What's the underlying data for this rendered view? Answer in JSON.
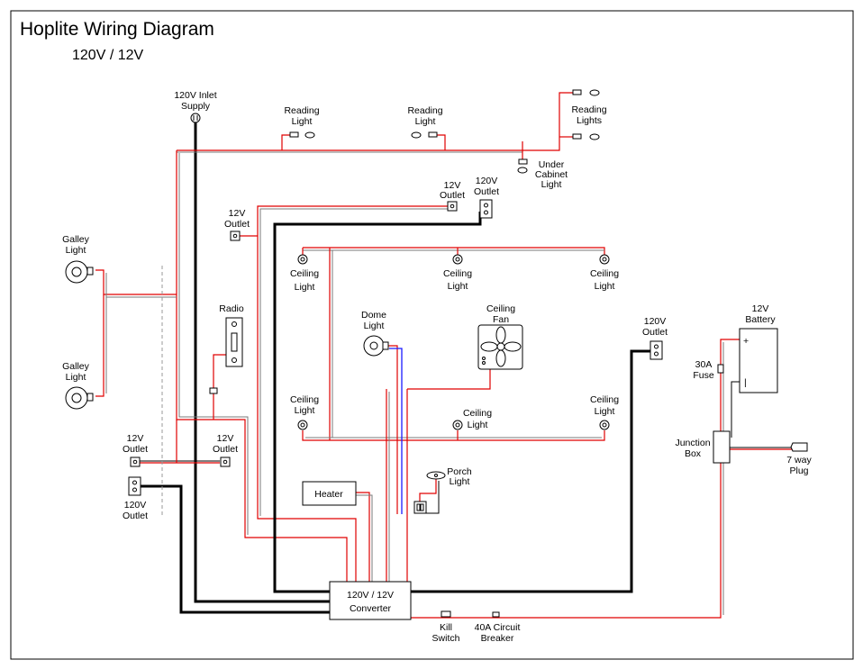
{
  "title": "Hoplite Wiring Diagram",
  "subtitle": "120V / 12V",
  "components": {
    "inlet": [
      "120V Inlet",
      "Supply"
    ],
    "reading_light_1": [
      "Reading",
      "Light"
    ],
    "reading_light_2": [
      "Reading",
      "Light"
    ],
    "reading_lights": [
      "Reading",
      "Lights"
    ],
    "under_cabinet": [
      "Under",
      "Cabinet",
      "Light"
    ],
    "outlet_12v_top": [
      "12V",
      "Outlet"
    ],
    "outlet_120v_top": [
      "120V",
      "Outlet"
    ],
    "outlet_12v_left": [
      "12V",
      "Outlet"
    ],
    "galley_light_1": [
      "Galley",
      "Light"
    ],
    "galley_light_2": [
      "Galley",
      "Light"
    ],
    "ceiling_1": [
      "Ceiling",
      "Light"
    ],
    "ceiling_2": [
      "Ceiling",
      "Light"
    ],
    "ceiling_3": [
      "Ceiling",
      "Light"
    ],
    "ceiling_4": [
      "Ceiling",
      "Light"
    ],
    "ceiling_5": [
      "Ceiling",
      "Light"
    ],
    "ceiling_6": [
      "Ceiling",
      "Light"
    ],
    "radio": [
      "Radio"
    ],
    "dome_light": [
      "Dome",
      "Light"
    ],
    "ceiling_fan": [
      "Ceiling",
      "Fan"
    ],
    "outlet_120v_right": [
      "120V",
      "Outlet"
    ],
    "battery": [
      "12V",
      "Battery"
    ],
    "fuse": [
      "30A",
      "Fuse"
    ],
    "junction_box": [
      "Junction",
      "Box"
    ],
    "plug": [
      "7 way",
      "Plug"
    ],
    "outlet_12v_low1": [
      "12V",
      "Outlet"
    ],
    "outlet_12v_low2": [
      "12V",
      "Outlet"
    ],
    "outlet_120v_low": [
      "120V",
      "Outlet"
    ],
    "heater": [
      "Heater"
    ],
    "porch_light": [
      "Porch",
      "Light"
    ],
    "converter": [
      "120V / 12V",
      "Converter"
    ],
    "kill_switch": [
      "Kill",
      "Switch"
    ],
    "breaker": [
      "40A Circuit",
      "Breaker"
    ]
  },
  "battery_terminals": {
    "positive": "+",
    "negative": "|"
  }
}
